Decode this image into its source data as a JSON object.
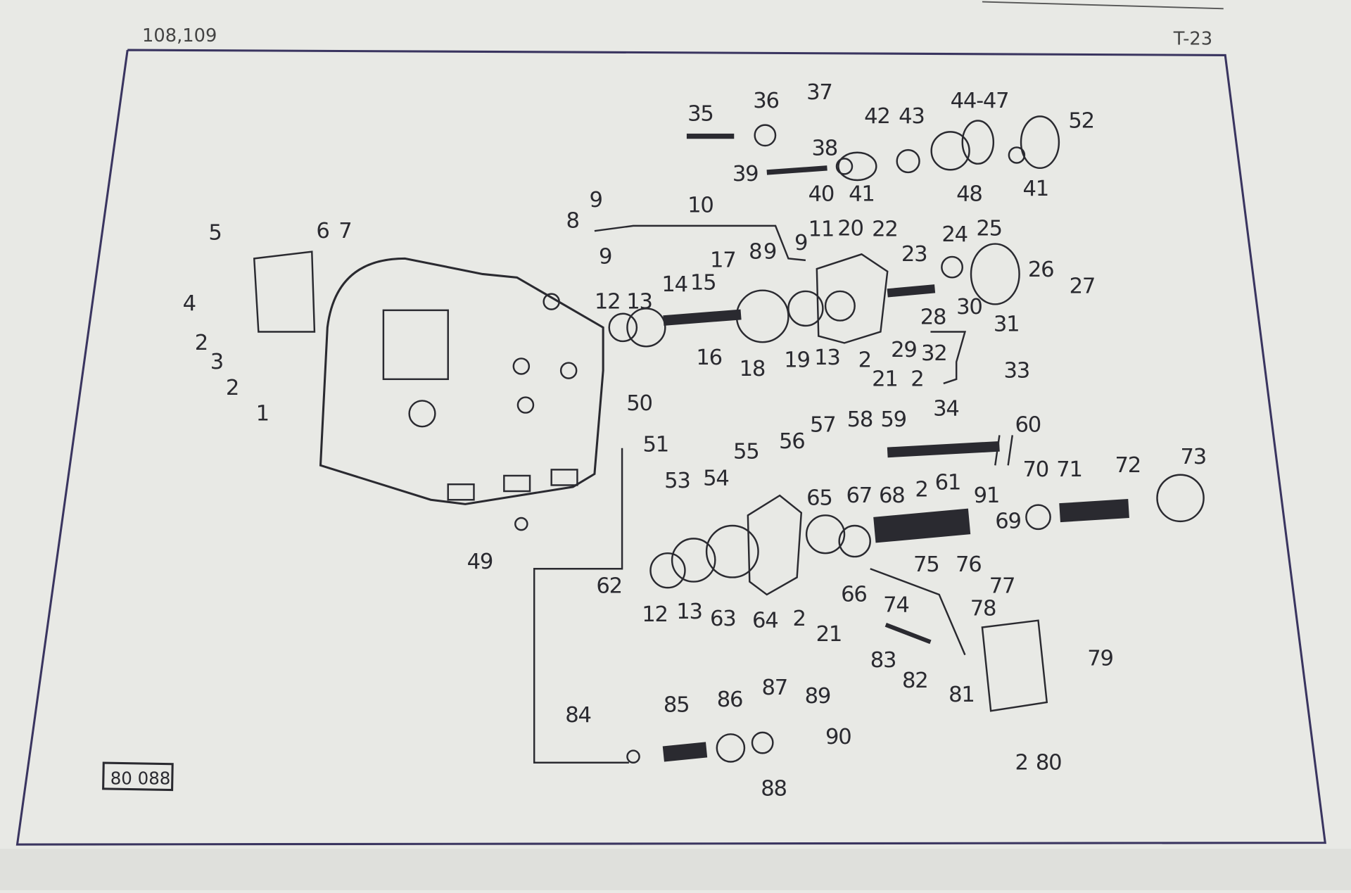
{
  "header": {
    "page_refs": "108,109",
    "sheet_code": "T-23"
  },
  "figure_id": "80 088",
  "callouts": [
    "35",
    "36",
    "37",
    "38",
    "42",
    "43",
    "44-47",
    "52",
    "39",
    "40",
    "41",
    "48",
    "41",
    "10",
    "9",
    "8",
    "9",
    "5",
    "6",
    "7",
    "4",
    "2",
    "3",
    "2",
    "1",
    "17",
    "8",
    "9",
    "9",
    "11",
    "20",
    "22",
    "24",
    "25",
    "23",
    "26",
    "27",
    "12",
    "13",
    "14",
    "15",
    "16",
    "18",
    "19",
    "13",
    "2",
    "21",
    "29",
    "28",
    "30",
    "31",
    "32",
    "33",
    "2",
    "34",
    "50",
    "51",
    "49",
    "53",
    "54",
    "55",
    "56",
    "57",
    "58",
    "59",
    "60",
    "2",
    "61",
    "91",
    "70",
    "71",
    "72",
    "73",
    "65",
    "67",
    "68",
    "69",
    "62",
    "12",
    "13",
    "63",
    "64",
    "2",
    "21",
    "66",
    "74",
    "75",
    "76",
    "77",
    "78",
    "83",
    "82",
    "81",
    "79",
    "2",
    "80",
    "84",
    "85",
    "86",
    "87",
    "89",
    "90",
    "88"
  ],
  "colors": {
    "paper": "#e9eae6",
    "ink": "#2a2a30",
    "frame": "#3a3560"
  }
}
